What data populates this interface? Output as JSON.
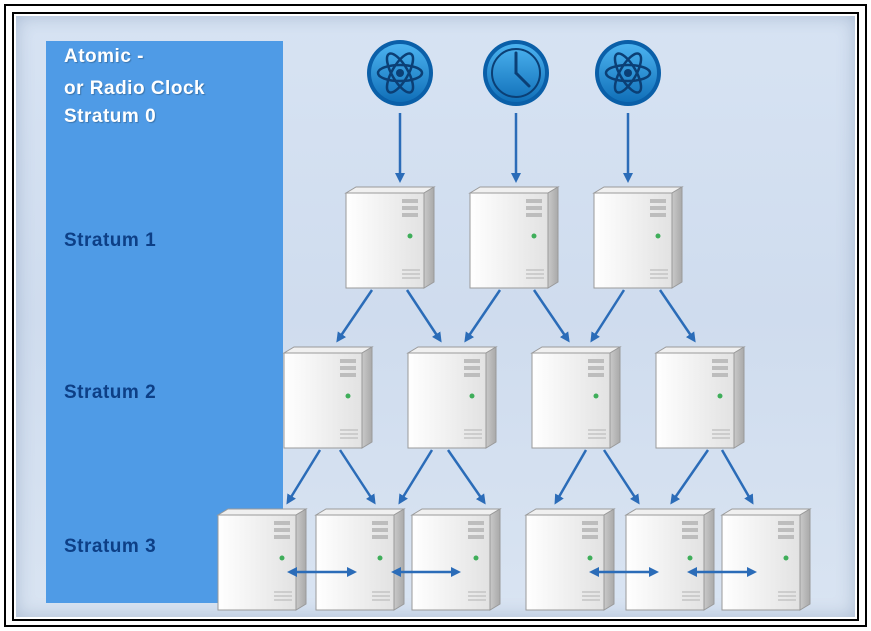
{
  "labels": {
    "atomic_line1": "Atomic -",
    "atomic_line2": "or Radio Clock",
    "stratum0": "Stratum 0",
    "stratum1": "Stratum 1",
    "stratum2": "Stratum 2",
    "stratum3": "Stratum 3"
  },
  "colors": {
    "sidebar": "#4f9be6",
    "label_blue": "#0d3f86",
    "arrow": "#2b6cb8",
    "icon_blue": "#1f8fd8"
  },
  "stratum0_icons": [
    "atom-icon",
    "clock-icon",
    "atom-icon"
  ]
}
